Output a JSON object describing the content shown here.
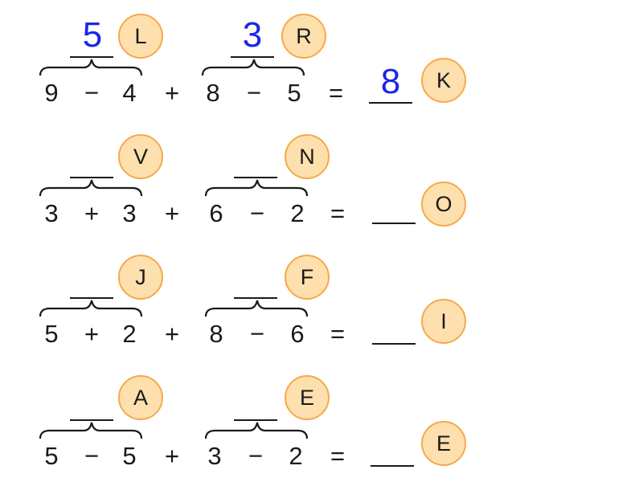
{
  "rows": [
    {
      "left": {
        "a": "9",
        "op": "−",
        "b": "4",
        "answer": "5",
        "letter": "L"
      },
      "mid_op": "+",
      "right": {
        "a": "8",
        "op": "−",
        "b": "5",
        "answer": "3",
        "letter": "R"
      },
      "eq": "=",
      "result": {
        "answer": "8",
        "letter": "K"
      }
    },
    {
      "left": {
        "a": "3",
        "op": "+",
        "b": "3",
        "answer": "",
        "letter": "V"
      },
      "mid_op": "+",
      "right": {
        "a": "6",
        "op": "−",
        "b": "2",
        "answer": "",
        "letter": "N"
      },
      "eq": "=",
      "result": {
        "answer": "",
        "letter": "O"
      }
    },
    {
      "left": {
        "a": "5",
        "op": "+",
        "b": "2",
        "answer": "",
        "letter": "J"
      },
      "mid_op": "+",
      "right": {
        "a": "8",
        "op": "−",
        "b": "6",
        "answer": "",
        "letter": "F"
      },
      "eq": "=",
      "result": {
        "answer": "",
        "letter": "I"
      }
    },
    {
      "left": {
        "a": "5",
        "op": "−",
        "b": "5",
        "answer": "",
        "letter": "A"
      },
      "mid_op": "+",
      "right": {
        "a": "3",
        "op": "−",
        "b": "2",
        "answer": "",
        "letter": "E"
      },
      "eq": "=",
      "result": {
        "answer": "",
        "letter": "E"
      }
    }
  ],
  "colors": {
    "answer": "#1b25e8",
    "circle_fill": "#fde0ad",
    "circle_border": "#f6a94b"
  }
}
